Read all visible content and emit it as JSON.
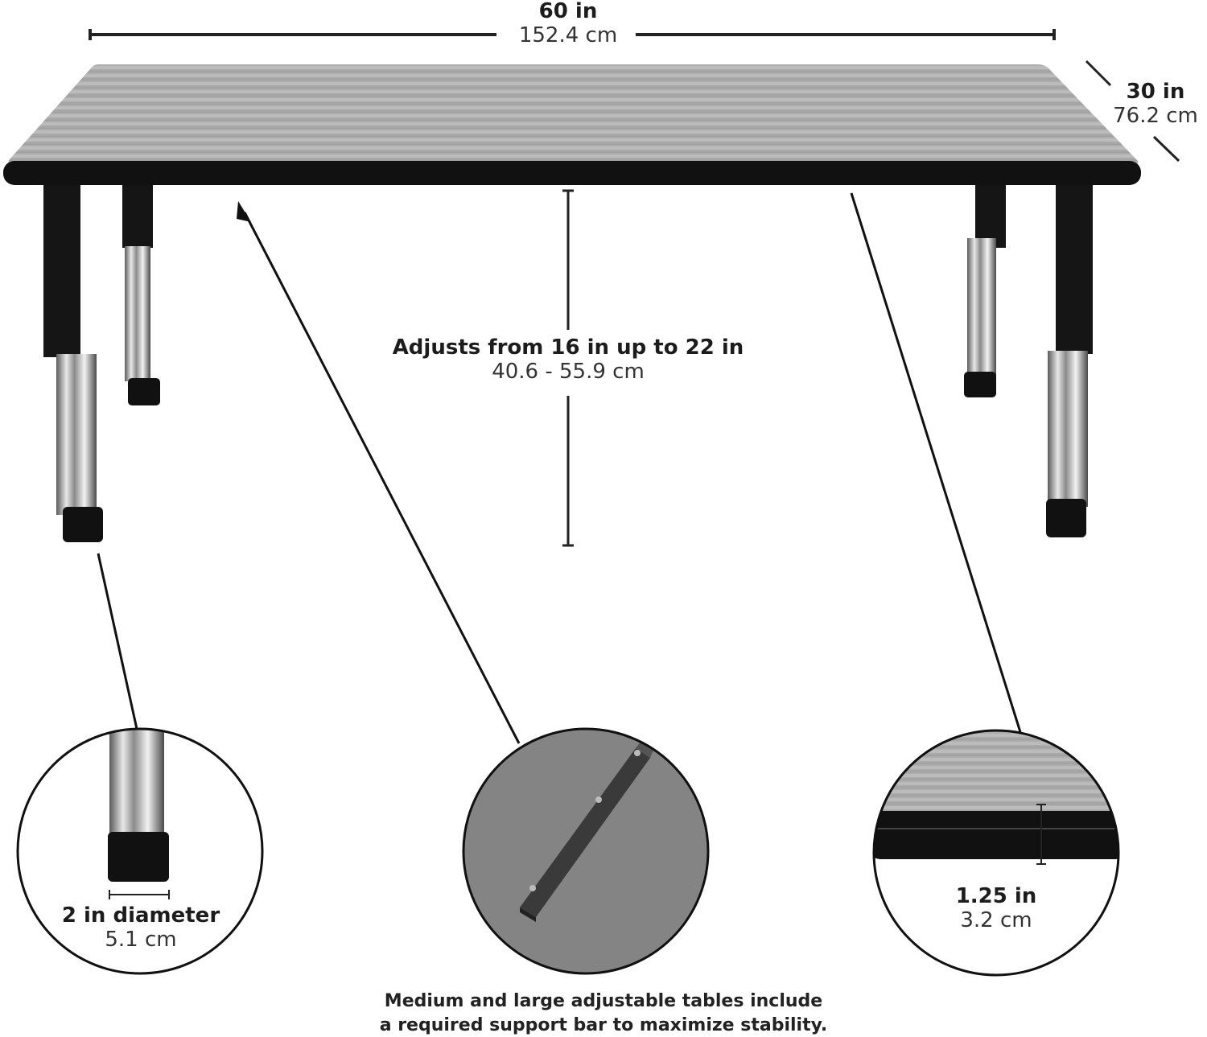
{
  "width": {
    "in": "60 in",
    "cm": "152.4 cm"
  },
  "depth": {
    "in": "30 in",
    "cm": "76.2 cm"
  },
  "height": {
    "in": "Adjusts from 16 in up to 22 in",
    "cm": "40.6 - 55.9 cm"
  },
  "leg": {
    "in": "2 in diameter",
    "cm": "5.1 cm"
  },
  "edge": {
    "in": "1.25 in",
    "cm": "3.2 cm"
  },
  "note": {
    "line1": "Medium and large adjustable tables include",
    "line2": "a required support bar to maximize stability."
  }
}
